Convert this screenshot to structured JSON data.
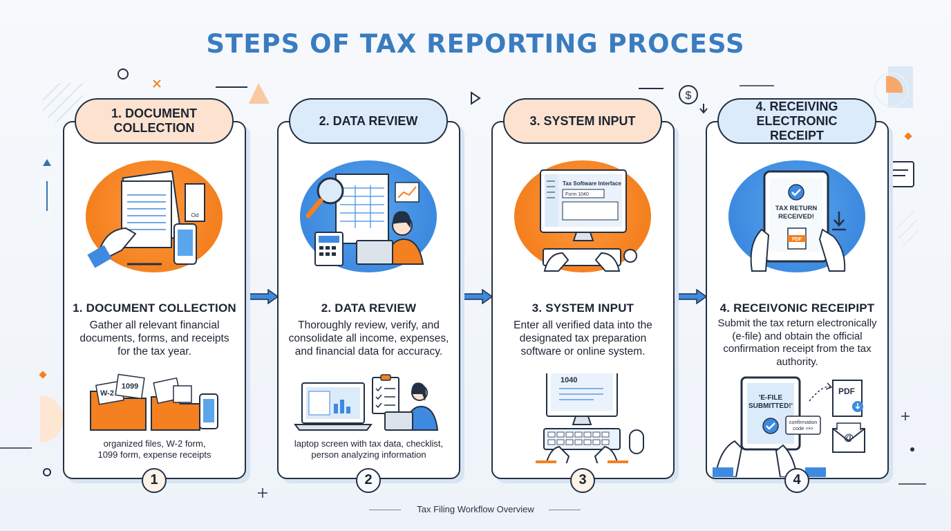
{
  "title": "STEPS OF TAX REPORTING PROCESS",
  "colors": {
    "orange": "#f4801f",
    "blue": "#3d8ae0",
    "navy": "#233044",
    "title_blue": "#3a7cc0"
  },
  "steps": [
    {
      "pill": "1. DOCUMENT\nCOLLECTION",
      "heading": "1. DOCUMENT COLLECTION",
      "description": "Gather all relevant financial documents, forms, and receipts for the tax year.",
      "caption": "organized files, W-2 form,\n1099 form, expense receipts",
      "number": "1",
      "form_labels": [
        "W-2",
        "1099"
      ],
      "receipt_label": "Od",
      "theme": "orange"
    },
    {
      "pill": "2. DATA REVIEW",
      "heading": "2. DATA REVIEW",
      "description": "Thoroughly review, verify, and consolidate all income, expenses, and financial data for accuracy.",
      "caption": "laptop screen with tax data, checklist,\nperson analyzing information",
      "number": "2",
      "theme": "blue"
    },
    {
      "pill": "3. SYSTEM INPUT",
      "heading": "3. SYSTEM INPUT",
      "description": "Enter all verified data into the designated tax preparation software or online system.",
      "caption": "",
      "number": "3",
      "screen_title": "Tax Software Interface",
      "screen_field": "Form 1040",
      "monitor_label": "1040",
      "theme": "orange"
    },
    {
      "pill": "4. RECEIVING\nELECTRONIC RECEIPT",
      "heading": "4. RECEIVONIC RECEIPIPT",
      "description": "Submit the tax return electronically (e-file) and obtain the official confirmation receipt from the tax authority.",
      "caption": "",
      "number": "4",
      "tablet_text": "TAX RETURN\nRECEIVED!",
      "tablet_badge": "PDF",
      "efile_text": "'E-FILE\nSUBMITTED!'",
      "confirmation_text": "confirmation\ncode <•>",
      "pdf_label": "PDF",
      "email_symbol": "@",
      "theme": "blue"
    }
  ],
  "footer": "Tax Filing Workflow Overview"
}
